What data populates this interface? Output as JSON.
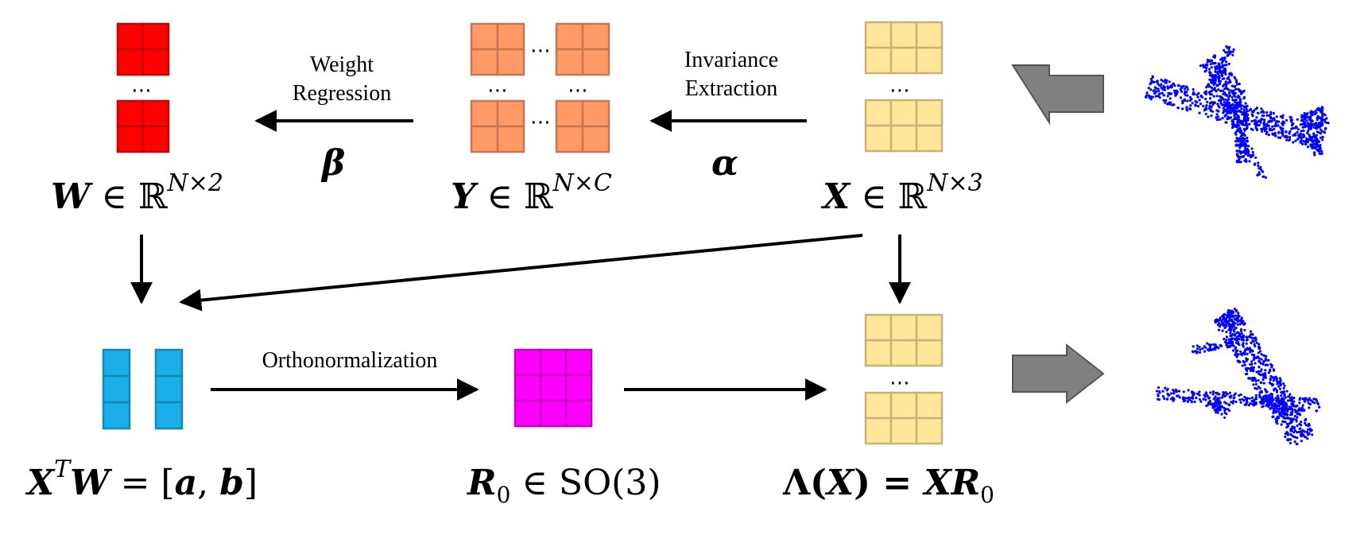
{
  "labels": {
    "weight_regression": "Weight\nRegression",
    "invariance_extraction": "Invariance\nExtraction",
    "orthonormalization": "Orthonormalization",
    "beta": "β",
    "alpha": "α",
    "ellipsis": "⋯",
    "formula_W": {
      "sym": "W",
      "rel": " ∈ ℝ",
      "sup": "N×2"
    },
    "formula_Y": {
      "sym": "Y",
      "rel": " ∈ ℝ",
      "sup": "N×C"
    },
    "formula_X": {
      "sym": "X",
      "rel": " ∈ ℝ",
      "sup": "N×3"
    },
    "formula_XTW": {
      "sym": "X",
      "sup": "T",
      "sym2": "W",
      "rest": " = [",
      "a": "a",
      "comma": ", ",
      "b": "b",
      "close": "]"
    },
    "formula_R0": {
      "sym": "R",
      "sub": "0",
      "rest": " ∈ SO(3)"
    },
    "formula_Lambda": {
      "lam": "Λ(",
      "x": "X",
      "eq": ") = ",
      "x2": "X",
      "r": "R",
      "sub": "0"
    }
  },
  "colors": {
    "W_matrix": "#ff0000",
    "Y_matrix": "#ff9966",
    "X_matrix": "#ffe699",
    "columns": "#1aaee8",
    "R0_matrix": "#ff00ff",
    "pointcloud": "#0000ff",
    "block_arrow": "#808080"
  },
  "icons": {
    "input_cloud": "airplane-point-cloud",
    "output_cloud": "aligned-airplane-point-cloud"
  }
}
